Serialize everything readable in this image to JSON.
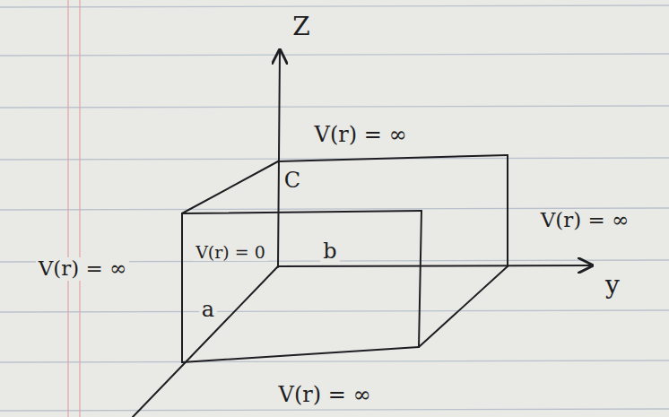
{
  "diagram": {
    "labels": [
      "Z",
      "V(r) = ∞",
      "C",
      "V(r) = ∞",
      "V(r) = ∞",
      "V(r) = 0",
      "b",
      "y",
      "a",
      "V(r) = ∞"
    ]
  }
}
